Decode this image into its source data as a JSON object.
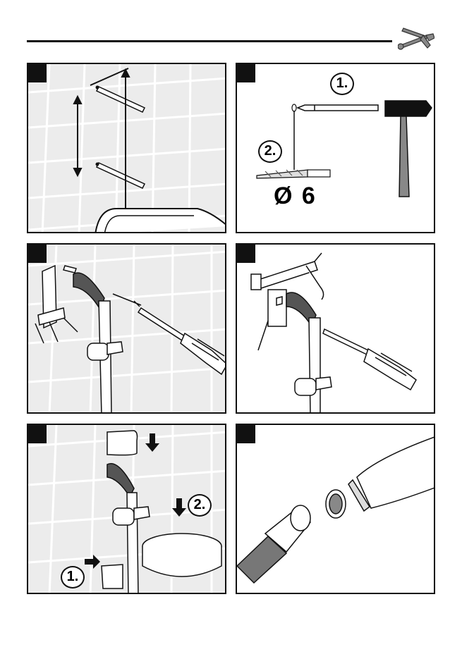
{
  "header": {
    "icon": "wrench-screwdriver-icon"
  },
  "panels": {
    "p2": {
      "step1": "1.",
      "step2": "2.",
      "drill": "Ø 6"
    },
    "p5": {
      "step1": "1.",
      "step2": "2."
    }
  },
  "colors": {
    "line": "#111111",
    "tile_gray": "#e6e6e6",
    "grout": "#ffffff"
  }
}
